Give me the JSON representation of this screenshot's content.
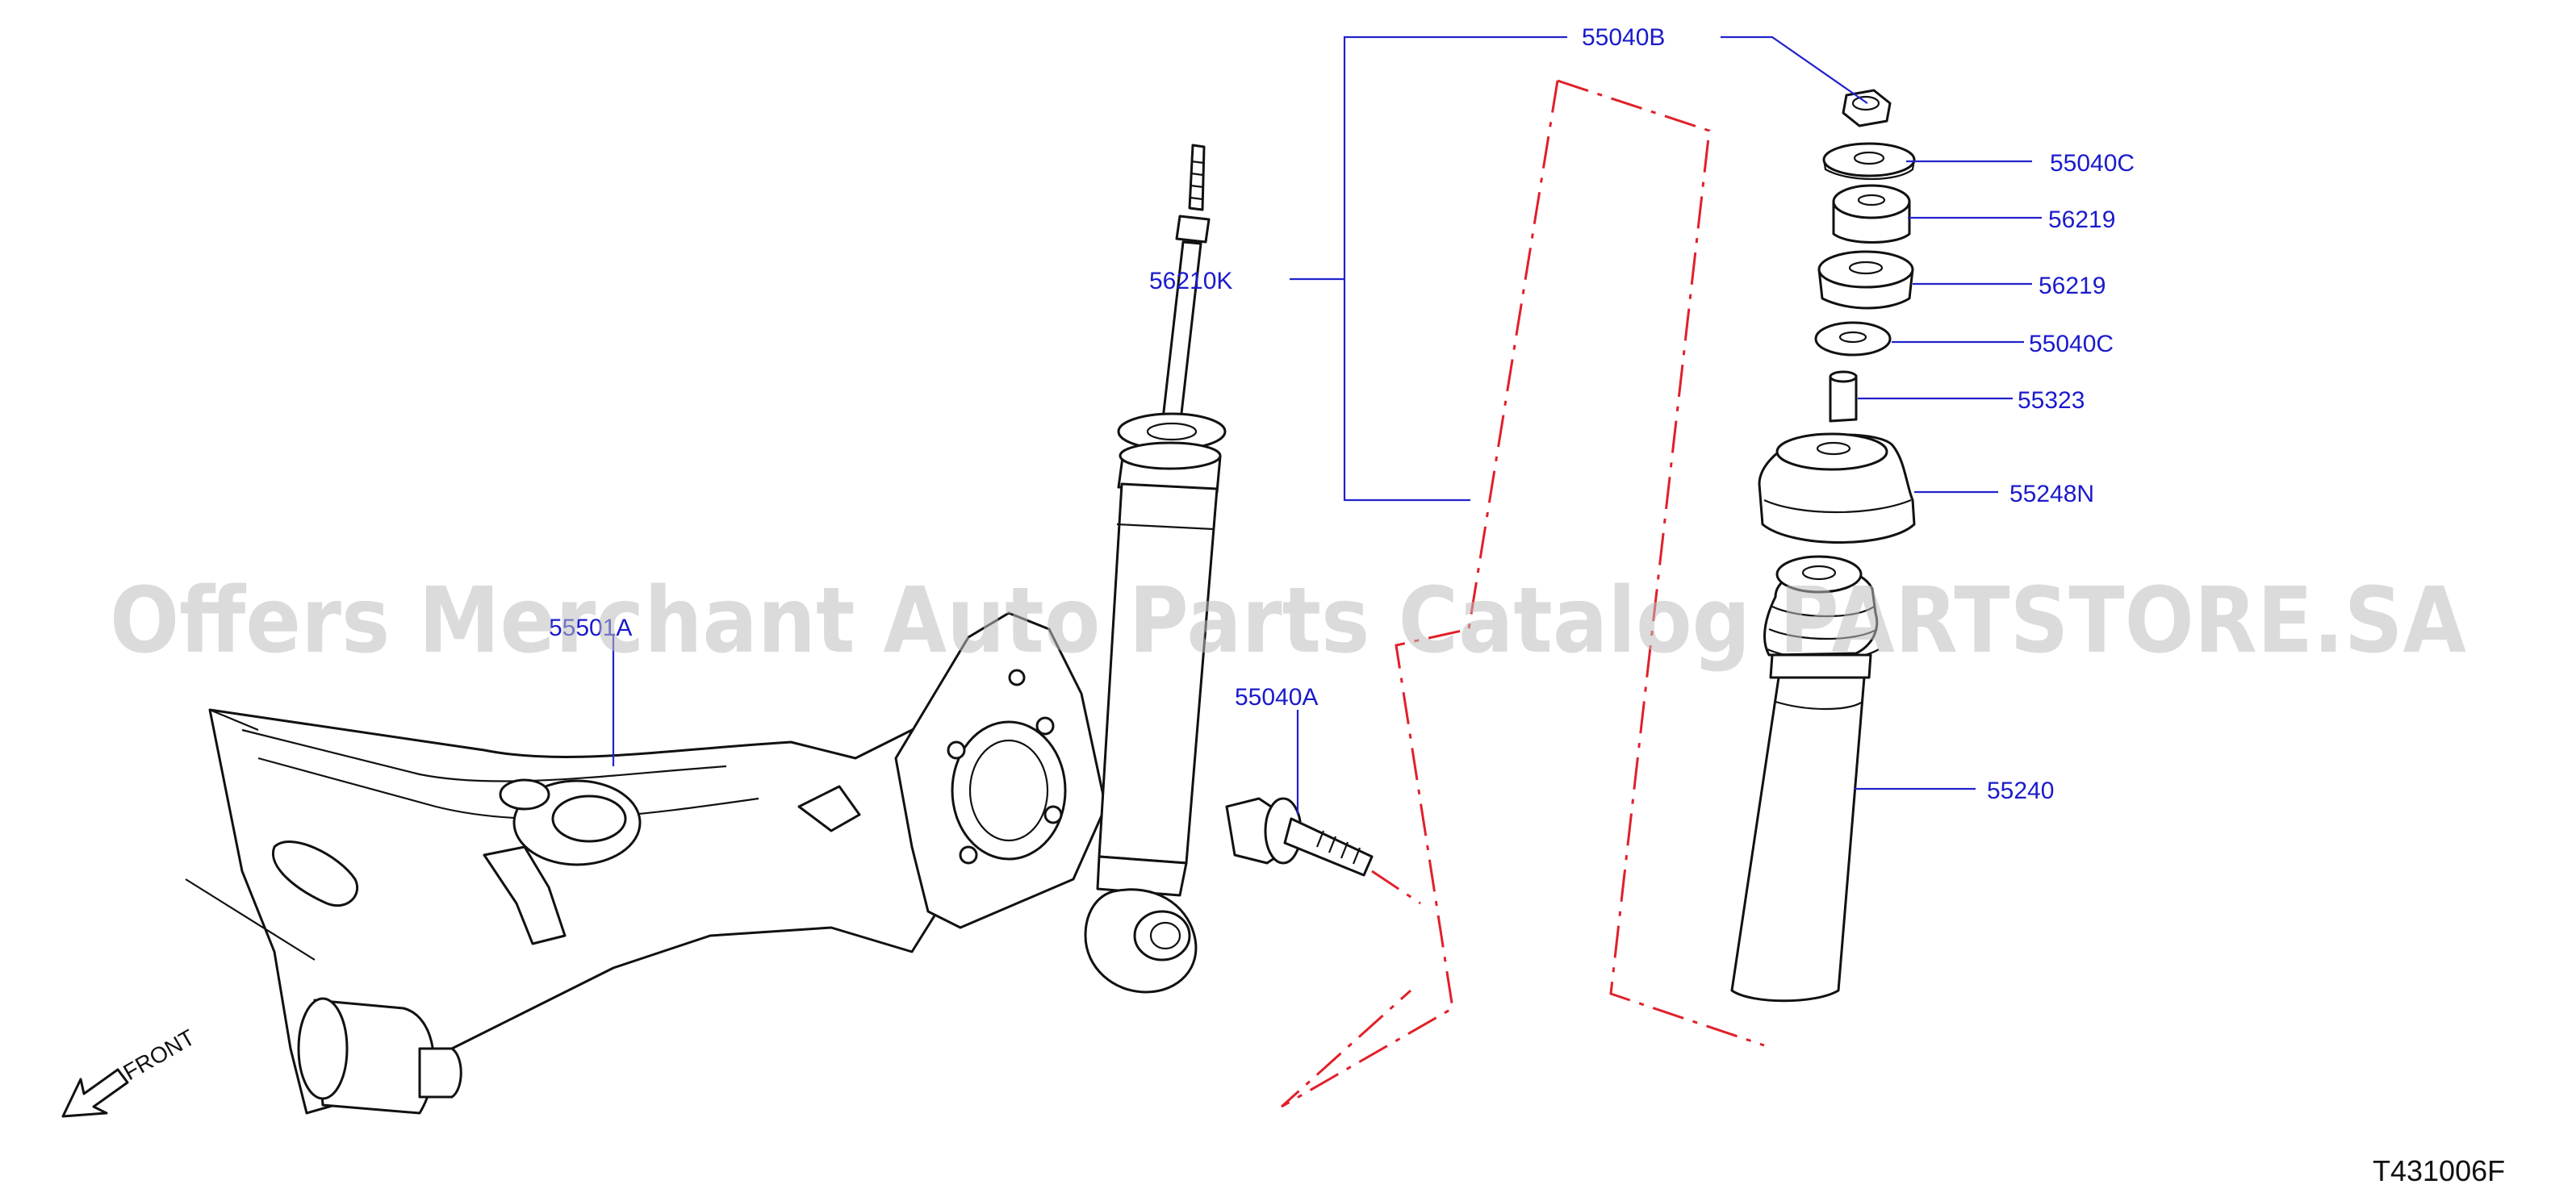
{
  "callouts": {
    "c_55040B": "55040B",
    "c_55040C_top": "55040C",
    "c_56219_top": "56219",
    "c_56219_bottom": "56219",
    "c_55040C_bottom": "55040C",
    "c_55323": "55323",
    "c_55248N": "55248N",
    "c_55240": "55240",
    "c_56210K": "56210K",
    "c_55040A": "55040A",
    "c_55501": "55501A"
  },
  "front_label": "FRONT",
  "diagram_code": "T431006F",
  "watermark": "Offers Merchant Auto Parts Catalog PARTSTORE.SA",
  "colors": {
    "callout_text": "#1a1acc",
    "leader_line": "#2222cc",
    "reference_line": "#e0202a",
    "part_outline": "#111111"
  }
}
